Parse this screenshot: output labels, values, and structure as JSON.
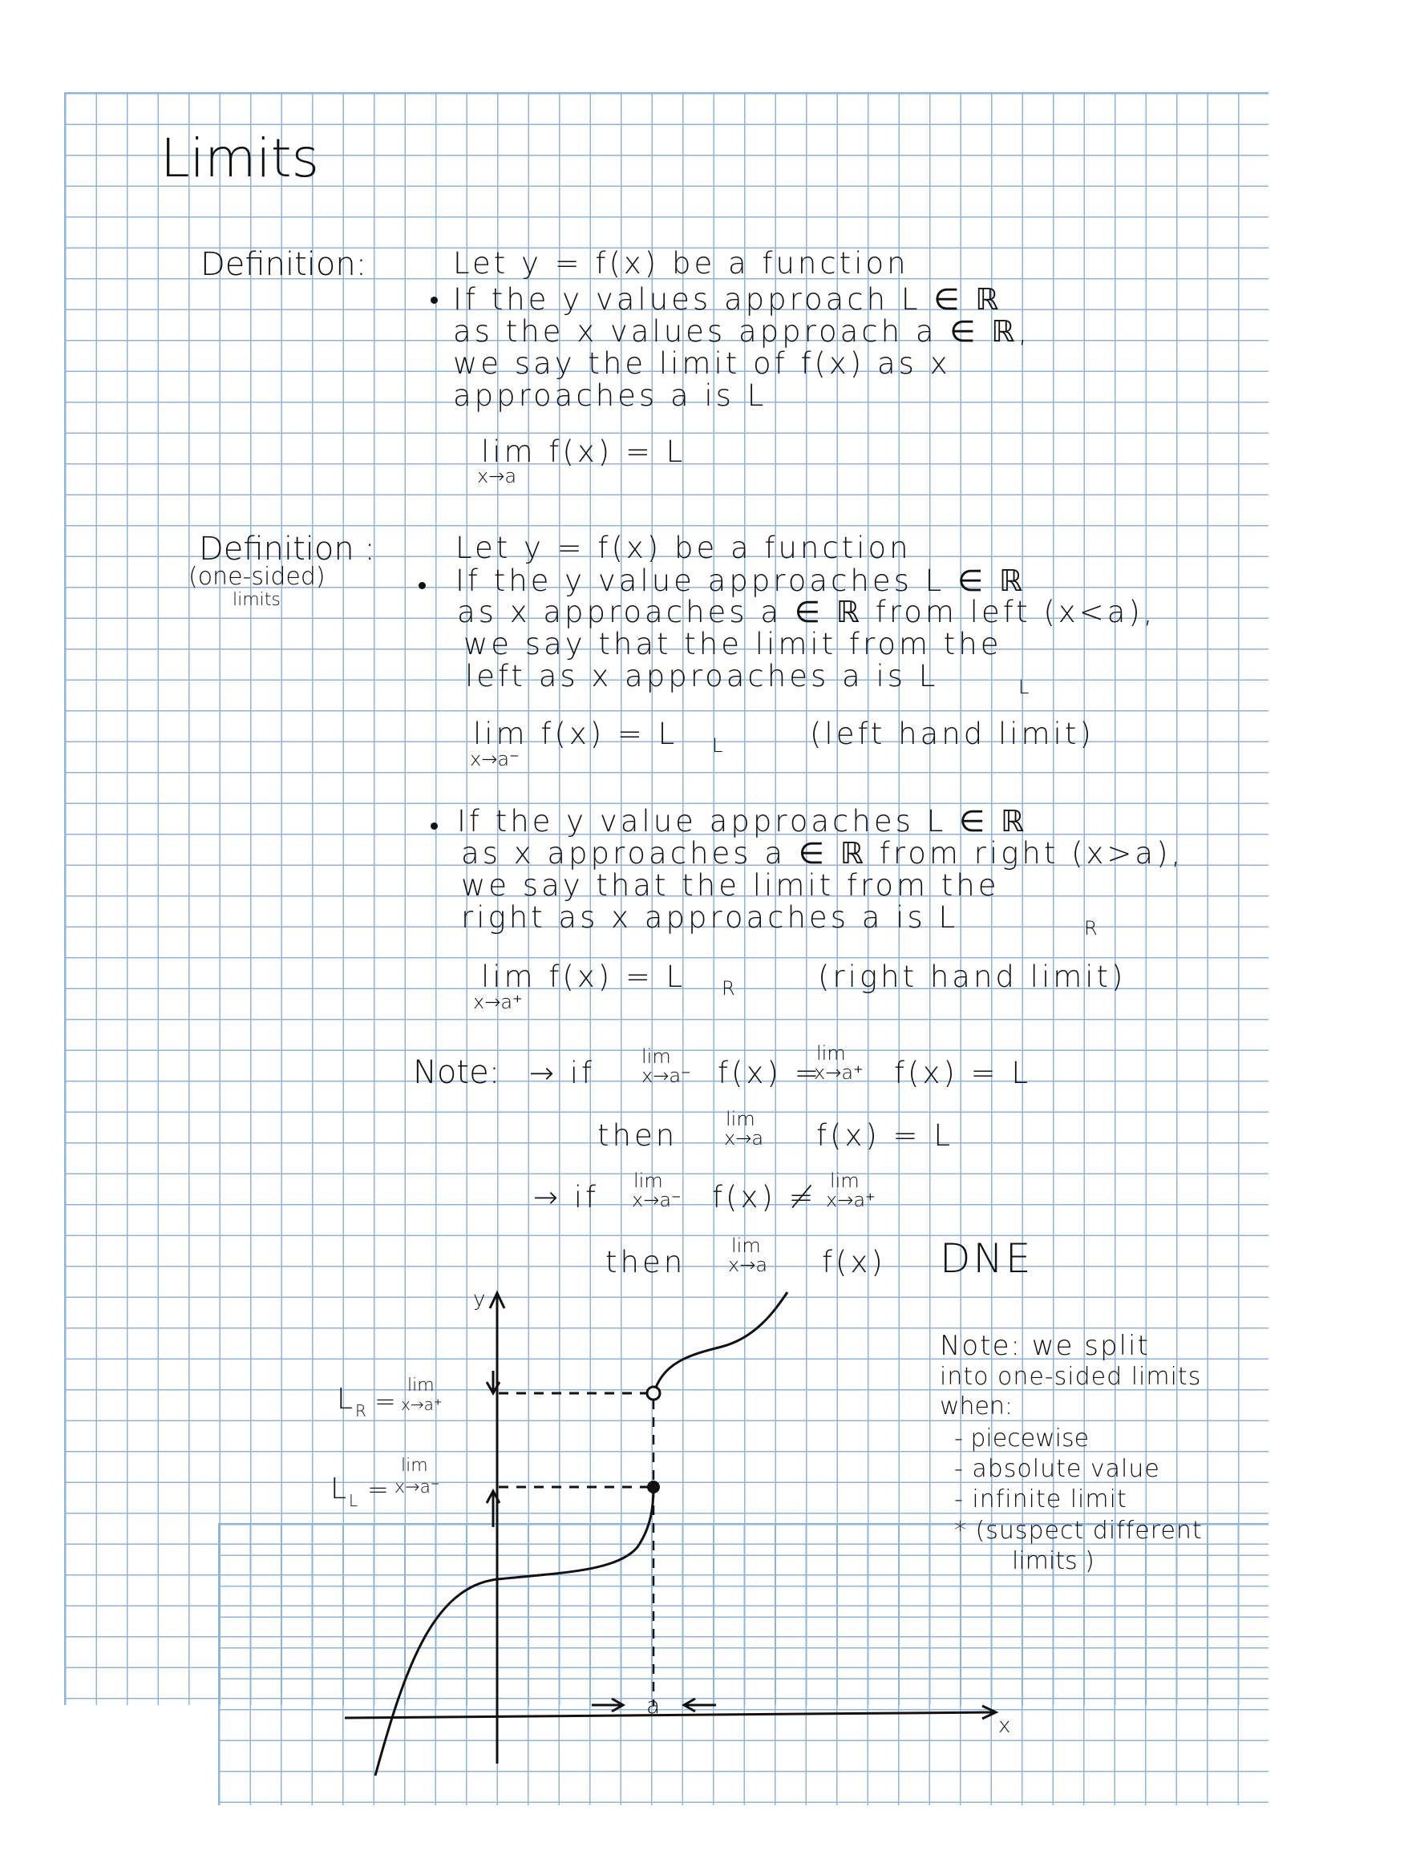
{
  "title": "Limits",
  "definition1": {
    "label": "Definition:",
    "line1": "Let   y = f(x)  be  a  function",
    "line2": "If  the  y  values  approach  L ∈ ℝ",
    "line3": "as  the  x  values  approach  a ∈ ℝ,",
    "line4": "we  say  the  limit  of  f(x)  as  x",
    "line5": "approaches  a  is  L",
    "formula_main": "lim  f(x) = L",
    "formula_sub": "x→a"
  },
  "definition2": {
    "label": "Definition  :",
    "sublabel1": "(one-sided)",
    "sublabel2": "limits",
    "line1": "Let  y = f(x)  be  a  function",
    "left": {
      "line1": "If  the  y  value  approaches  L ∈ ℝ",
      "line2": "as  x  approaches  a ∈ ℝ  from  left (x<a),",
      "line3": "we  say  that  the  limit  from  the",
      "line4": "left  as  x  approaches  a  is  L",
      "line4_sub": "L",
      "formula_main": "lim  f(x) = L",
      "formula_main_sub": "L",
      "formula_sub": "x→a⁻",
      "note": "(left  hand  limit)"
    },
    "right": {
      "line1": "If  the  y  value  approaches  L ∈ ℝ",
      "line2": "as  x  approaches  a ∈ ℝ  from  right (x>a),",
      "line3": "we  say  that  the  limit  from  the",
      "line4": "right  as  x  approaches  a  is  L",
      "line4_sub": "R",
      "formula_main": "lim  f(x) = L",
      "formula_main_sub": "R",
      "formula_sub": "x→a⁺",
      "note": "(right  hand  limit)"
    }
  },
  "note1": {
    "label": "Note:",
    "line1_prefix": "→ if",
    "line1_lim1": "lim",
    "line1_sub1": "x→a⁻",
    "line1_mid": "f(x) =",
    "line1_lim2": "lim",
    "line1_sub2": "x→a⁺",
    "line1_end": "f(x)  = L",
    "line2_prefix": "then",
    "line2_lim": "lim",
    "line2_sub": "x→a",
    "line2_end": "f(x)  = L",
    "line3_prefix": "→ if",
    "line3_lim1": "lim",
    "line3_sub1": "x→a⁻",
    "line3_mid": "f(x) ≠",
    "line3_lim2": "lim",
    "line3_sub2": "x→a⁺",
    "line4_prefix": "then",
    "line4_lim": "lim",
    "line4_sub": "x→a",
    "line4_mid": "f(x)",
    "line4_dne": "DNE"
  },
  "graph": {
    "y_axis": "y",
    "x_axis": "x",
    "a_label": "a",
    "lr_label": "L",
    "lr_sub": "R",
    "lr_eq": "=",
    "lr_lim": "lim",
    "lr_limsub": "x→a⁺",
    "ll_label": "L",
    "ll_sub": "L",
    "ll_eq": "=",
    "ll_lim": "lim",
    "ll_limsub": "x→a⁻"
  },
  "note2": {
    "title": "Note: we  split",
    "line1": "into  one-sided  limits",
    "line2": "when:",
    "items": [
      "- piecewise",
      "- absolute  value",
      "- infinite  limit",
      "* (suspect  different",
      "limits )"
    ]
  }
}
